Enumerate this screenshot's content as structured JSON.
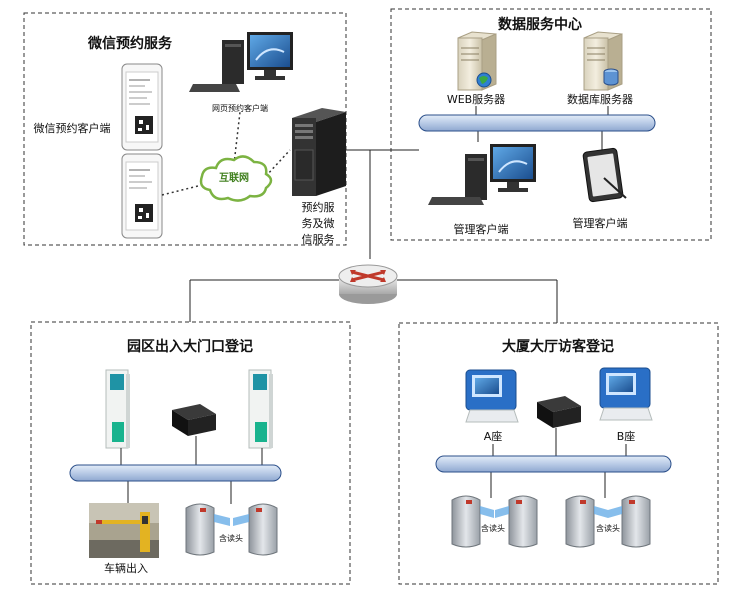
{
  "wechat": {
    "title": "微信预约服务",
    "client_label": "微信预约客户端",
    "web_client_label": "网页预约客户端",
    "internet_label": "互联网",
    "service_label_lines": [
      "预约服",
      "务及微",
      "信服务"
    ]
  },
  "datacenter": {
    "title": "数据服务中心",
    "web_server_label": "WEB服务器",
    "db_server_label": "数据库服务器",
    "mgmt_client_label": "管理客户端",
    "mgmt_tablet_label": "管理客户端"
  },
  "park": {
    "title": "园区出入大门口登记",
    "vehicle_label": "车辆出入",
    "gate_label": "含读头"
  },
  "lobby": {
    "title": "大厦大厅访客登记",
    "a_label": "A座",
    "b_label": "B座",
    "gate_a_label": "含读头",
    "gate_b_label": "含读头"
  },
  "colors": {
    "bus_fill": "#b9cbe6",
    "bus_stroke": "#2b4f8a",
    "cloud_stroke": "#7cb342",
    "cloud_text": "#3f7f1d",
    "router_red": "#c0392b",
    "dashed_box": "#333333"
  }
}
